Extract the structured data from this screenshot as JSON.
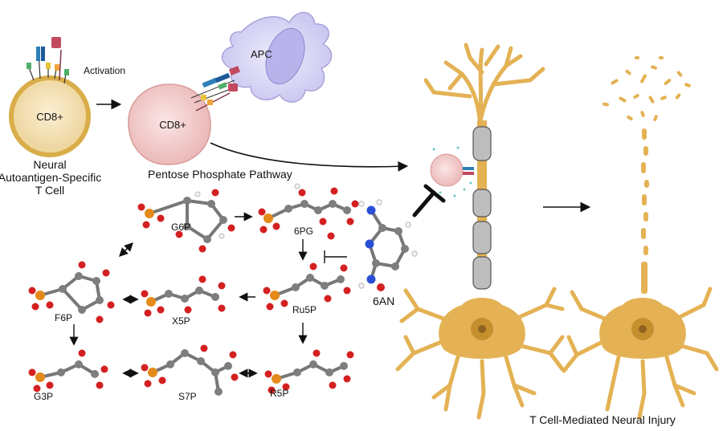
{
  "labels": {
    "activation": "Activation",
    "apc": "APC",
    "cd8_left": "CD8+",
    "cd8_right": "CD8+",
    "naive_cell_line1": "Neural",
    "naive_cell_line2": "Autoantigen-Specific",
    "naive_cell_line3": "T Cell",
    "pathway_title": "Pentose Phosphate Pathway",
    "inhibitor": "6AN",
    "injury_caption": "T Cell-Mediated Neural Injury"
  },
  "metabolites": {
    "g6p": "G6P",
    "pg6": "6PG",
    "ru5p": "Ru5P",
    "x5p": "X5P",
    "f6p": "F6P",
    "g3p": "G3P",
    "s7p": "S7P",
    "r5p": "R5P"
  },
  "colors": {
    "cd8_fill": "#f1dcaa",
    "cd8_ring": "#e2b84c",
    "activated_fill": "#f3c9c9",
    "apc_fill": "#d9d6f5",
    "neuron": "#e4b254",
    "neuron_dark": "#c58f2e",
    "myelin": "#b9b9b9",
    "carbon": "#7e7e7e",
    "oxygen": "#d42020",
    "phosphorus": "#e38a1a",
    "nitrogen": "#2a4fd6"
  }
}
